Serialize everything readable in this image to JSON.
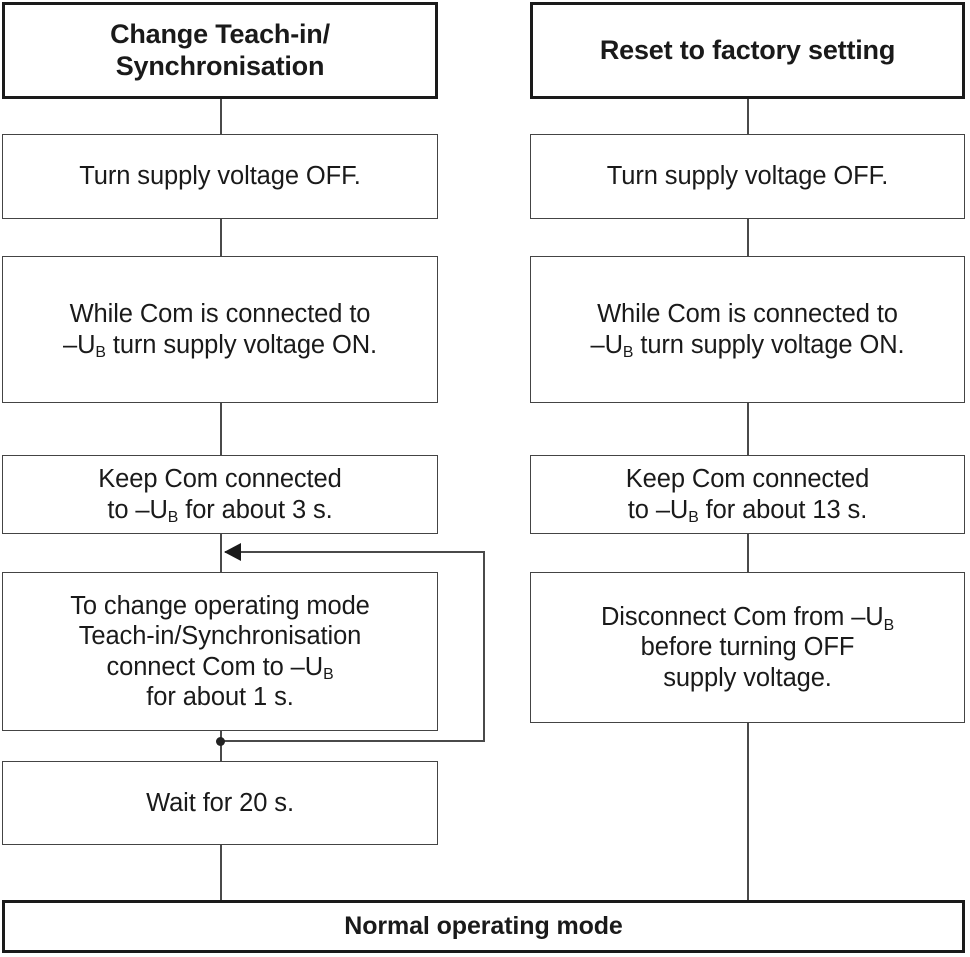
{
  "diagram": {
    "title": "Teach-in / Synchronisation and Factory Reset procedure flowchart",
    "colors": {
      "background": "#ffffff",
      "box_border": "#2b2b2b",
      "box_border_thin": "#444444",
      "connector": "#4a4a4a",
      "text": "#1a1a1a",
      "arrow": "#1a1a1a"
    },
    "columns": [
      {
        "id": "left",
        "header": "Change Teach-in/\nSynchronisation",
        "steps": [
          "Turn supply voltage OFF.",
          "While Com is connected to\n–Uʙ turn supply voltage ON.",
          "Keep Com connected\nto –Uʙ for about 3 s.",
          "To change operating mode\nTeach-in/Synchronisation\nconnect Com to –Uʙ\nfor about 1 s.",
          "Wait for 20 s."
        ]
      },
      {
        "id": "right",
        "header": "Reset to factory setting",
        "steps": [
          "Turn supply voltage OFF.",
          "While Com is connected to\n–Uʙ turn supply voltage ON.",
          "Keep Com connected\nto –Uʙ for about 13 s.",
          "Disconnect Com from –Uʙ\nbefore turning OFF\nsupply voltage."
        ]
      }
    ],
    "footer": "Normal operating mode",
    "nodes": {
      "left_header": "Change Teach-in/",
      "left_header_line2": "Synchronisation",
      "left_step1": "Turn supply voltage OFF.",
      "left_step2_l1": "While Com is connected to",
      "left_step2_l2a": "–U",
      "left_step2_sub": "B",
      "left_step2_l2b": " turn supply voltage ON.",
      "left_step3_l1": "Keep Com connected",
      "left_step3_l2a": "to –U",
      "left_step3_sub": "B",
      "left_step3_l2b": " for about 3 s.",
      "left_step4_l1": "To change operating mode",
      "left_step4_l2": "Teach-in/Synchronisation",
      "left_step4_l3a": "connect Com to –U",
      "left_step4_sub": "B",
      "left_step4_l4": "for about 1 s.",
      "left_step5": "Wait for 20 s.",
      "right_header": "Reset to factory setting",
      "right_step1": "Turn supply voltage OFF.",
      "right_step2_l1": "While Com is connected to",
      "right_step2_l2a": "–U",
      "right_step2_sub": "B",
      "right_step2_l2b": " turn supply voltage ON.",
      "right_step3_l1": "Keep Com connected",
      "right_step3_l2a": "to –U",
      "right_step3_sub": "B",
      "right_step3_l2b": " for about 13 s.",
      "right_step4_l1a": "Disconnect Com from –U",
      "right_step4_sub": "B",
      "right_step4_l2": "before turning OFF",
      "right_step4_l3": "supply voltage.",
      "footer_label": "Normal operating mode"
    },
    "loop": {
      "name": "repeat-to-change-operating-mode",
      "from": "Wait for 20 s. / after step 4 output",
      "to": "To change operating mode Teach-in/Synchronisation connect Com to –Uʙ for about 1 s.",
      "arrow_direction": "left"
    }
  }
}
